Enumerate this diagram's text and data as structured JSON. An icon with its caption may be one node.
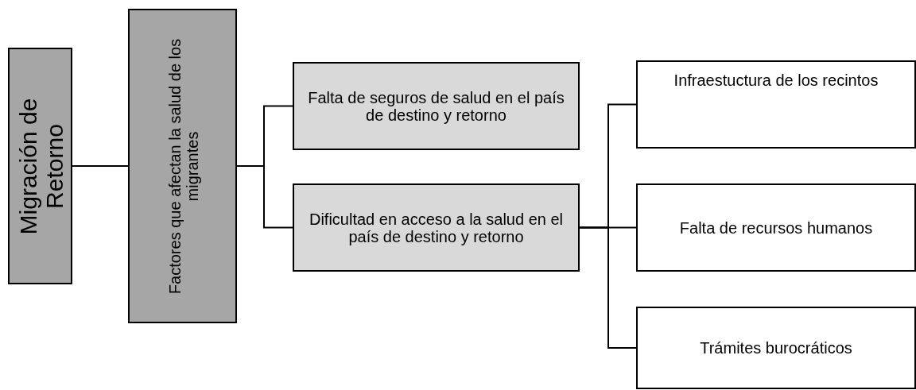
{
  "diagram": {
    "nodes": [
      {
        "text": [
          "Migración de Retorno"
        ]
      },
      {
        "text": [
          "Factores que afectan la salud de los migrantes"
        ]
      },
      {
        "text": [
          "Falta de seguros de salud en el país de destino y retorno"
        ]
      },
      {
        "text": [
          "Dificultad en acceso a la salud en el país de destino y retorno"
        ]
      },
      {
        "text": [
          "Infraestuctura de los recintos"
        ]
      },
      {
        "text": [
          "Falta de recursos humanos"
        ]
      },
      {
        "text": [
          "Trámites burocráticos"
        ]
      }
    ],
    "edges": [
      {
        "from": 0,
        "to": 1,
        "arrow": "none"
      },
      {
        "from": 1,
        "to": 2,
        "arrow": "none"
      },
      {
        "from": 1,
        "to": 3,
        "arrow": "none"
      },
      {
        "from": 3,
        "to": 4,
        "arrow": "none"
      },
      {
        "from": 3,
        "to": 5,
        "arrow": "none"
      },
      {
        "from": 3,
        "to": 6,
        "arrow": "none"
      }
    ]
  }
}
